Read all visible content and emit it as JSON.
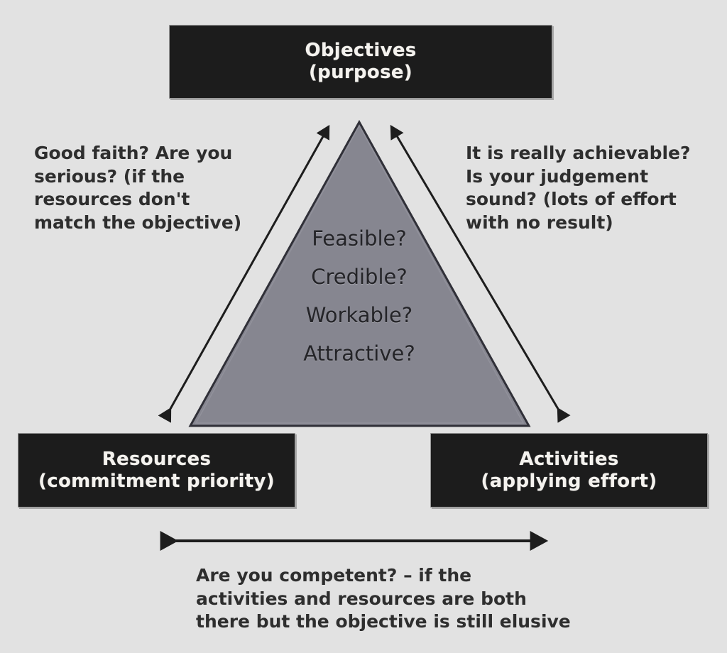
{
  "diagram": {
    "title": "Objectives-Resources-Activities triangle",
    "background_color": "#e2e2e2",
    "triangle_fill": "#868690",
    "box_fill": "#1c1c1c",
    "box_text_color": "#f4f2ee",
    "annotation_text_color": "#2e2e2e"
  },
  "nodes": {
    "objectives": {
      "title": "Objectives",
      "subtitle": "(purpose)"
    },
    "resources": {
      "title": "Resources",
      "subtitle": "(commitment priority)"
    },
    "activities": {
      "title": "Activities",
      "subtitle": "(applying effort)"
    }
  },
  "triangle": {
    "questions": [
      "Feasible?",
      "Credible?",
      "Workable?",
      "Attractive?"
    ]
  },
  "annotations": {
    "left": "Good faith? Are you\nserious? (if the\nresources don't\nmatch the objective)",
    "right": "It is really achievable?\nIs your judgement\nsound? (lots of effort\nwith no result)",
    "bottom": "Are you competent? – if the\nactivities and resources are both\nthere but the objective is still elusive"
  },
  "connectors": [
    {
      "name": "resources-to-objectives",
      "style": "double-headed-arrow",
      "from": "Resources",
      "to": "Objectives"
    },
    {
      "name": "activities-to-objectives",
      "style": "double-headed-arrow",
      "from": "Activities",
      "to": "Objectives"
    },
    {
      "name": "resources-to-activities",
      "style": "double-headed-arrow",
      "from": "Resources",
      "to": "Activities"
    }
  ]
}
